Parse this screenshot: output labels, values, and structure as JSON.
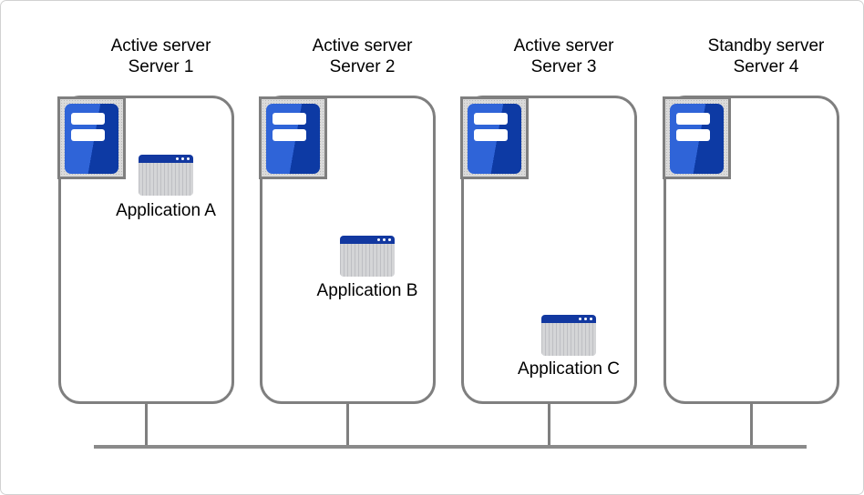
{
  "servers": [
    {
      "role": "Active server",
      "name": "Server 1",
      "app": "Application A"
    },
    {
      "role": "Active server",
      "name": "Server 2",
      "app": "Application B"
    },
    {
      "role": "Active server",
      "name": "Server 3",
      "app": "Application C"
    },
    {
      "role": "Standby server",
      "name": "Server 4"
    }
  ],
  "icons": {
    "server": "server-tower-icon",
    "application": "app-window-icon"
  },
  "colors": {
    "box_border": "#7f7f7f",
    "bus_line": "#8a8a8a",
    "canvas_border": "#d2d2d2",
    "server_icon_bg": "#dadada",
    "server_blue_light": "#2f64d8",
    "server_blue_dark": "#0d3aa4",
    "app_titlebar": "#1238a0",
    "app_body": "#d4d5d7",
    "text_color": "#000000"
  }
}
